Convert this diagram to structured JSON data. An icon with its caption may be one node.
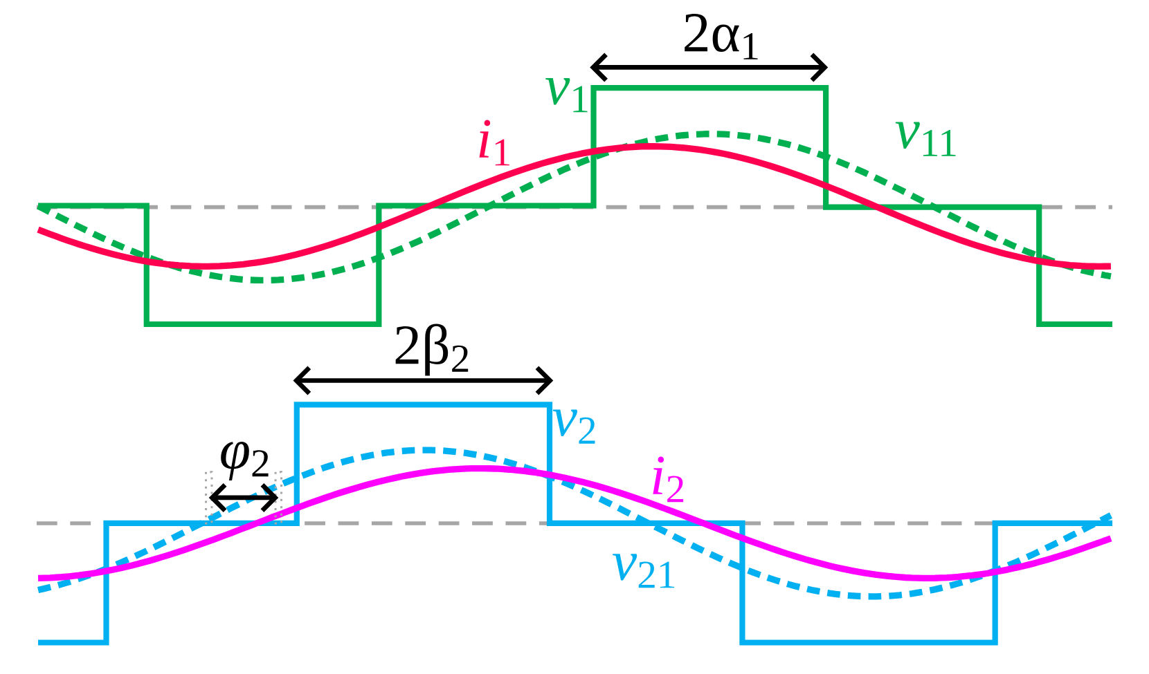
{
  "diagram": {
    "labels": [
      "2α$_{1}$",
      "*v*$_{1}$",
      "*i*$_{1}$",
      "*v*$_{11}$",
      "2β$_{2}$",
      "*v*$_{2}$",
      "*φ*$_{2}$",
      "*i*$_{2}$",
      "*v*$_{21}$"
    ]
  }
}
